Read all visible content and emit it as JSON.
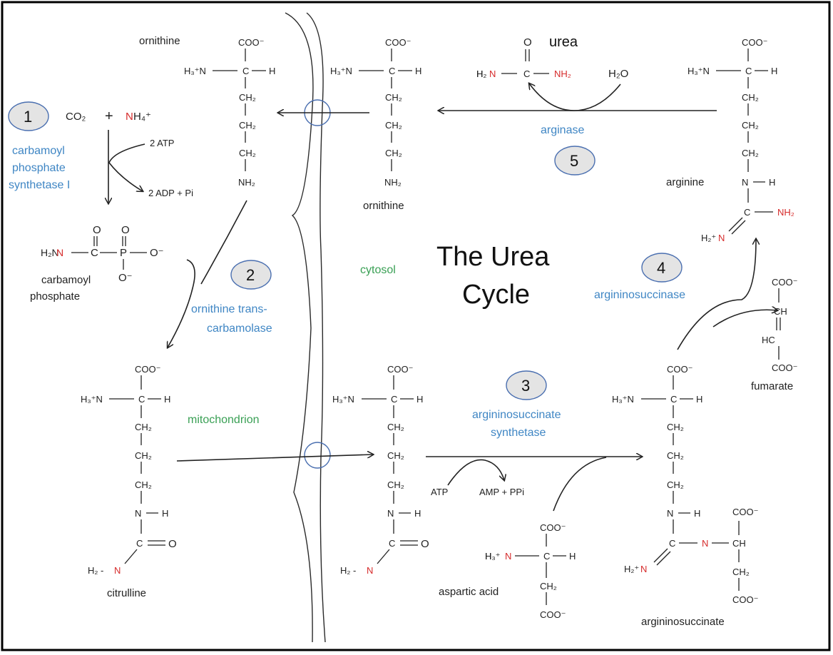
{
  "title": {
    "line1": "The Urea",
    "line2": "Cycle"
  },
  "compartments": {
    "mitochondrion": "mitochondrion",
    "cytosol": "cytosol"
  },
  "steps": [
    {
      "number": "1",
      "enzyme": [
        "carbamoyl",
        "phosphate",
        "synthetase I"
      ]
    },
    {
      "number": "2",
      "enzyme": [
        "ornithine trans-",
        "carbamolase"
      ]
    },
    {
      "number": "3",
      "enzyme": [
        "argininosuccinate",
        "synthetase"
      ]
    },
    {
      "number": "4",
      "enzyme": [
        "argininosuccinase"
      ]
    },
    {
      "number": "5",
      "enzyme": [
        "arginase"
      ]
    }
  ],
  "compounds": {
    "ornithine": "ornithine",
    "carbamoyl_phosphate": [
      "carbamoyl",
      "phosphate"
    ],
    "citrulline": "citrulline",
    "aspartic_acid": "aspartic acid",
    "argininosuccinate": "argininosuccinate",
    "fumarate": "fumarate",
    "arginine": "arginine",
    "urea": "urea"
  },
  "reagents": {
    "co2": "CO₂",
    "plus": "+",
    "nh4_n": "N",
    "nh4_rest": "H₄⁺",
    "atp2": "2 ATP",
    "adp": "2 ADP + Pi",
    "atp": "ATP",
    "amp": "AMP + PPi",
    "h2o": "H₂O"
  },
  "atoms": {
    "coo": "COO⁻",
    "h3n": "H₃⁺N",
    "c": "C",
    "h": "H",
    "ch2": "CH₂",
    "nh2": "NH₂",
    "n": "N",
    "o": "O",
    "p": "P",
    "o_minus": "O⁻",
    "h2n": "H₂N",
    "h2_dash": "H₂ -",
    "h2plus": "H₂⁺",
    "ch": "CH",
    "hc": "HC"
  },
  "colors": {
    "enzyme": "#3f86c4",
    "compartment": "#3aa055",
    "nitrogen": "#d62b2b"
  }
}
